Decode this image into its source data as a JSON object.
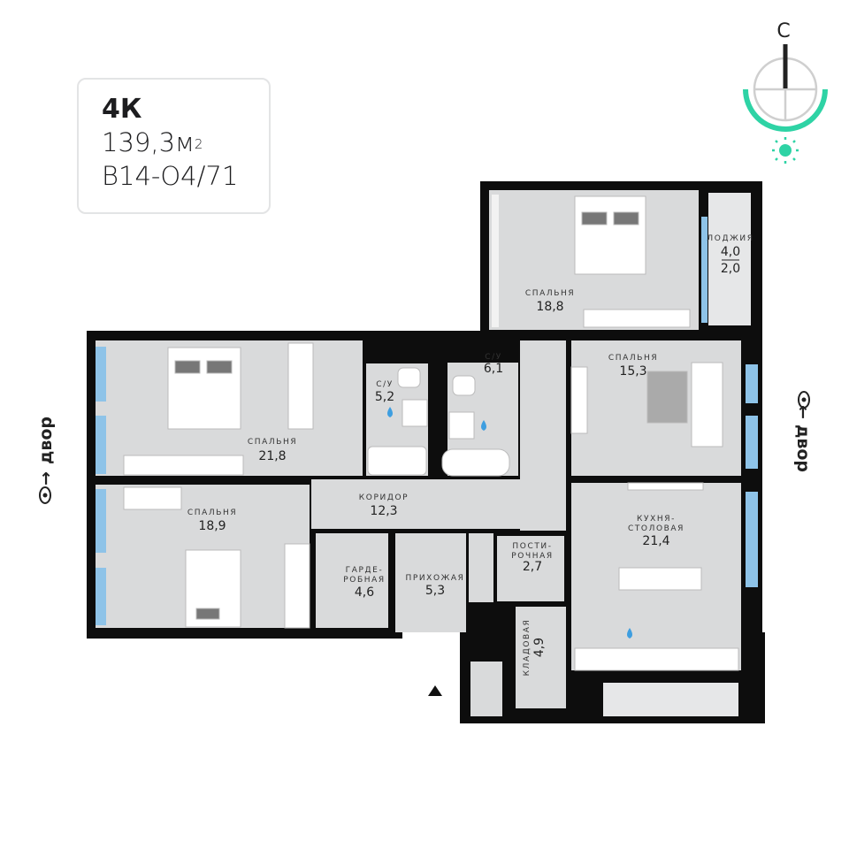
{
  "card": {
    "type": "4К",
    "area_value": "139,3",
    "area_unit": "м",
    "area_sup": "2",
    "code": "В14-О4/71"
  },
  "compass": {
    "north_label": "С",
    "sun_color": "#2ed3a5",
    "arc_color": "#2ed3a5"
  },
  "side_labels": {
    "left": "двор",
    "right": "двор",
    "icon": "eye-icon"
  },
  "rooms": {
    "bedroom_top": {
      "name": "СПАЛЬНЯ",
      "area": "18,8"
    },
    "loggia": {
      "name": "ЛОДЖИЯ",
      "area": "4,0",
      "area_reduced": "2,0"
    },
    "bedroom_left_top": {
      "name": "СПАЛЬНЯ",
      "area": "21,8"
    },
    "bath_1": {
      "name": "С/У",
      "area": "5,2"
    },
    "bath_2": {
      "name": "С/У",
      "area": "6,1"
    },
    "bedroom_right": {
      "name": "СПАЛЬНЯ",
      "area": "15,3"
    },
    "bedroom_left_bottom": {
      "name": "СПАЛЬНЯ",
      "area": "18,9"
    },
    "corridor": {
      "name": "КОРИДОР",
      "area": "12,3"
    },
    "wardrobe": {
      "name_1": "ГАРДЕ-",
      "name_2": "РОБНАЯ",
      "area": "4,6"
    },
    "hall": {
      "name": "ПРИХОЖАЯ",
      "area": "5,3"
    },
    "laundry": {
      "name_1": "ПОСТИ-",
      "name_2": "РОЧНАЯ",
      "area": "2,7"
    },
    "storage": {
      "name": "КЛАДОВАЯ",
      "area": "4,9"
    },
    "kitchen": {
      "name_1": "КУХНЯ-",
      "name_2": "СТОЛОВАЯ",
      "area": "21,4"
    }
  },
  "colors": {
    "wall": "#0d0d0d",
    "floor": "#d9dadb",
    "window": "#8ec3e8",
    "water": "#3e9ee0"
  }
}
